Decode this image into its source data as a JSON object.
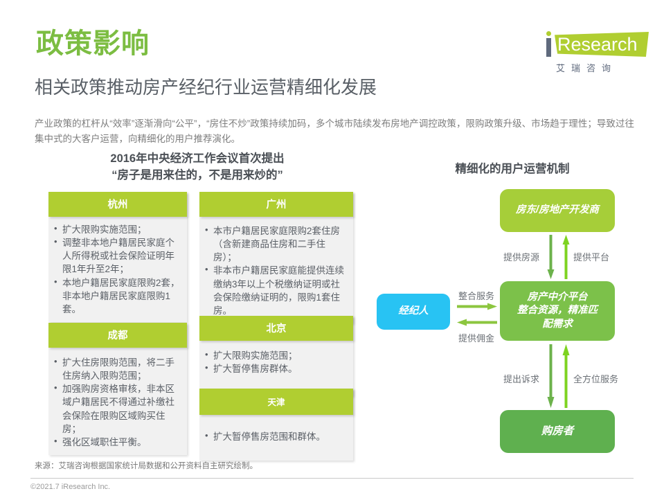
{
  "header": {
    "title": "政策影响",
    "subtitle": "相关政策推动房产经纪行业运营精细化发展",
    "intro": "产业政策的杠杆从“效率”逐渐滑向“公平”，“房住不炒”政策持续加码，多个城市陆续发布房地产调控政策，限购政策升级、市场趋于理性；导致过往集中式的大客户运营，向精细化的用户推荐演化。",
    "accent_color": "#7cbd42"
  },
  "logo": {
    "word": "Research",
    "chinese": "艾瑞咨询",
    "brand_color": "#b0ce31"
  },
  "left_section": {
    "heading": "2016年中央经济工作会议首次提出\n“房子是用来住的，不是用来炒的”",
    "heading_line1": "2016年中央经济工作会议首次提出",
    "heading_line2": "“房子是用来住的，不是用来炒的”",
    "cards": [
      {
        "city": "杭州",
        "items": [
          "扩大限购实施范围；",
          "调整非本地户籍居民家庭个人所得税或社会保险证明年限1年升至2年；",
          "本地户籍居民家庭限购2套，非本地户籍居民家庭限购1套。"
        ]
      },
      {
        "city": "成都",
        "items": [
          "扩大住房限购范围，将二手住房纳入限购范围；",
          "加强购房资格审核，非本区域户籍居民不得通过补缴社会保险在限购区域购买住房；",
          "强化区域职住平衡。"
        ]
      },
      {
        "city": "广州",
        "items": [
          "本市户籍居民家庭限购2套住房（含新建商品住房和二手住房）；",
          "非本市户籍居民家庭能提供连续缴纳3年以上个税缴纳证明或社会保险缴纳证明的，限购1套住房。"
        ]
      },
      {
        "city": "北京",
        "items": [
          "扩大限购实施范围；",
          "扩大暂停售房群体。"
        ]
      },
      {
        "city": "天津",
        "items": [
          "扩大暂停售房范围和群体。"
        ]
      }
    ],
    "card_header_color": "#b0ce31",
    "card_body_color": "#f1f1f1"
  },
  "diagram": {
    "title": "精细化的用户运营机制",
    "nodes": {
      "landlord": {
        "label": "房东/房地产开发商",
        "color": "#a6ce39"
      },
      "platform": {
        "label": "房产中介平台\n整合资源，精准匹配需求",
        "line1": "房产中介平台",
        "line2": "整合资源，精准匹",
        "line3": "配需求",
        "color": "#7cc14a"
      },
      "buyer": {
        "label": "购房者",
        "color": "#5fb04f"
      },
      "agent": {
        "label": "经纪人",
        "color": "#28c3f3"
      }
    },
    "arrow_labels": {
      "provide_listing": "提供房源",
      "provide_platform": "提供平台",
      "integrate_service": "整合服务",
      "provide_commission": "提供佣金",
      "raise_demand": "提出诉求",
      "full_service": "全方位服务"
    },
    "arrow_color_down": "#6cb24b",
    "arrow_color_up": "#7ed321"
  },
  "footer": {
    "source": "来源：艾瑞咨询根据国家统计局数据和公开资料自主研究绘制。",
    "copyright": "©2021.7 iResearch Inc."
  }
}
